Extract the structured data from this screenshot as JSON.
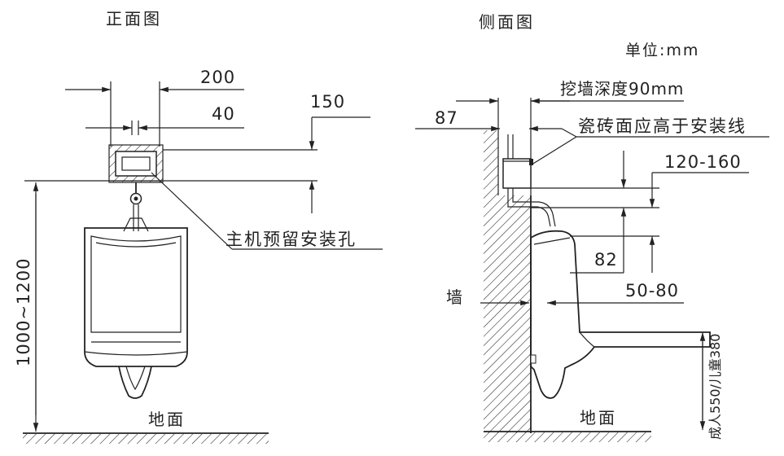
{
  "front": {
    "title": "正面图",
    "dim_width_total": "200",
    "dim_width_inner": "40",
    "dim_height_box": "150",
    "dim_height_floor": "1000~1200",
    "label_hole": "主机预留安装孔",
    "label_floor": "地面"
  },
  "side": {
    "title": "侧面图",
    "unit": "单位:mm",
    "label_depth": "挖墙深度90mm",
    "dim_87": "87",
    "label_tile": "瓷砖面应高于安装线",
    "dim_120_160": "120-160",
    "dim_82": "82",
    "label_wall": "墙",
    "dim_50_80": "50-80",
    "dim_rim_height": "成人550/儿童380",
    "label_floor": "地面"
  }
}
